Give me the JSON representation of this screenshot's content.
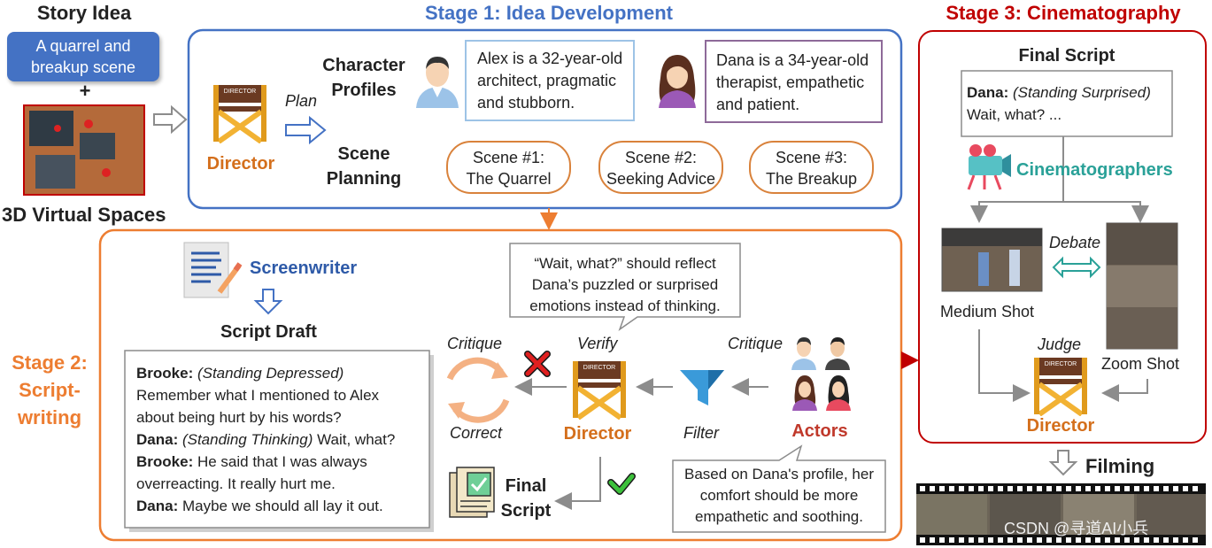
{
  "left": {
    "story_idea_title": "Story Idea",
    "story_idea_line1": "A quarrel and",
    "story_idea_line2": "breakup scene",
    "plus": "+",
    "spaces_title": "3D Virtual Spaces"
  },
  "stage1": {
    "title": "Stage 1: Idea Development",
    "director_label": "Director",
    "chair_text": "DIRECTOR",
    "plan_label": "Plan",
    "char_profiles_l1": "Character",
    "char_profiles_l2": "Profiles",
    "scene_planning_l1": "Scene",
    "scene_planning_l2": "Planning",
    "alex_l1": "Alex is a 32-year-old",
    "alex_l2": "architect, pragmatic",
    "alex_l3": "and stubborn.",
    "dana_l1": "Dana is a 34-year-old",
    "dana_l2": "therapist, empathetic",
    "dana_l3": "and patient.",
    "scenes": [
      {
        "l1": "Scene #1:",
        "l2": "The Quarrel"
      },
      {
        "l1": "Scene #2:",
        "l2": "Seeking Advice"
      },
      {
        "l1": "Scene #3:",
        "l2": "The Breakup"
      }
    ]
  },
  "stage2": {
    "title_l1": "Stage 2:",
    "title_l2": "Script-",
    "title_l3": "writing",
    "screenwriter": "Screenwriter",
    "script_draft": "Script Draft",
    "script": [
      {
        "speaker": "Brooke:",
        "dir": "(Standing Depressed)",
        "text": ""
      },
      {
        "speaker": "",
        "dir": "",
        "text": "Remember what I mentioned to Alex"
      },
      {
        "speaker": "",
        "dir": "",
        "text": "about being hurt by his words?"
      },
      {
        "speaker": "Dana:",
        "dir": "(Standing Thinking)",
        "text": " Wait, what?"
      },
      {
        "speaker": "Brooke:",
        "dir": "",
        "text": " He said that I was always"
      },
      {
        "speaker": "",
        "dir": "",
        "text": "overreacting. It really hurt me."
      },
      {
        "speaker": "Dana:",
        "dir": "",
        "text": " Maybe we should all lay it out."
      }
    ],
    "critique_left": "Critique",
    "correct": "Correct",
    "verify": "Verify",
    "director": "Director",
    "filter": "Filter",
    "critique_right": "Critique",
    "actors": "Actors",
    "final_script_l1": "Final",
    "final_script_l2": "Script",
    "bubble_l1": "“Wait, what?” should reflect",
    "bubble_l2": "Dana’s puzzled or surprised",
    "bubble_l3": "emotions instead of thinking.",
    "note_l1": "Based on Dana's profile, her",
    "note_l2": "comfort should be more",
    "note_l3": "empathetic and soothing."
  },
  "stage3": {
    "title": "Stage 3: Cinematography",
    "final_script": "Final Script",
    "script_speaker": "Dana:",
    "script_dir": "(Standing Surprised)",
    "script_line2": "Wait, what? ...",
    "cinematographers": "Cinematographers",
    "debate": "Debate",
    "medium_shot": "Medium Shot",
    "zoom_shot": "Zoom Shot",
    "judge": "Judge",
    "director": "Director"
  },
  "filming": {
    "label": "Filming",
    "watermark": "CSDN @寻道AI小兵"
  },
  "colors": {
    "stage1_blue": "#4472c4",
    "stage2_orange": "#ed7d31",
    "stage3_red": "#c00000",
    "director_orange": "#d46f1c",
    "actors_red": "#c0392b",
    "teal": "#2aa198",
    "screenwriter_blue": "#2e5aa8"
  }
}
